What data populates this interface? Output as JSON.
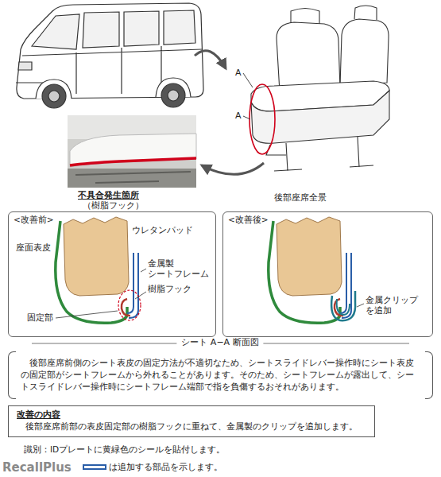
{
  "diagram": {
    "caption": "シート A−A 断面図",
    "nodes": [
      {
        "text": [
          "<改善前>"
        ]
      },
      {
        "text": [
          "<改善後>"
        ]
      },
      {
        "text": [
          "後部座席前側のシート表皮の固定方法が不適切なため、シートスライドレバー操作時にシート表皮の固定部がシートフレームから外れることがあります。そのため、シートフレームが露出して、シートスライドレバー操作時にシートフレーム端部で指を負傷するおそれがあります。"
        ]
      },
      {
        "text": [
          "改善の内容",
          "後部座席前部の表皮固定部の樹脂フックに重ねて、金属製のクリップを追加します。"
        ]
      }
    ],
    "labels": [
      "A",
      "A",
      "不具合発生箇所",
      "（樹脂フック）",
      "後部座席全景",
      "ウレタンパッド",
      "座面表皮",
      "金属製 シートフレーム",
      "樹脂フック",
      "固定部",
      "金属クリップ を追加",
      "識別：IDプレートに黄緑色のシールを貼付します。",
      "RecallPlus"
    ],
    "legend": [
      {
        "text": "は追加する部品を示します。"
      }
    ]
  }
}
